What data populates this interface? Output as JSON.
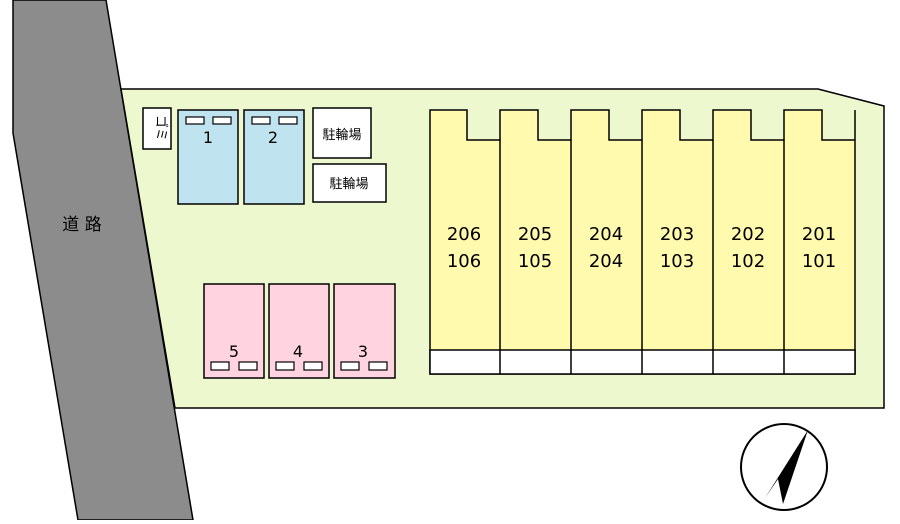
{
  "colors": {
    "road": "#8c8c8c",
    "lot": "#eef8cf",
    "building": "#fffaae",
    "parking_blue": "#bfe4ef",
    "parking_pink": "#ffd3e0",
    "outline": "#000000"
  },
  "road": {
    "label": "道 路"
  },
  "garbage": {
    "label": "ゴミ"
  },
  "bicycle_parking": [
    "駐輪場",
    "駐輪場"
  ],
  "parking_top": [
    "1",
    "2"
  ],
  "parking_bottom": [
    "5",
    "4",
    "3"
  ],
  "building_units": [
    {
      "upper": "206",
      "lower": "106"
    },
    {
      "upper": "205",
      "lower": "105"
    },
    {
      "upper": "204",
      "lower": "204"
    },
    {
      "upper": "203",
      "lower": "103"
    },
    {
      "upper": "202",
      "lower": "102"
    },
    {
      "upper": "201",
      "lower": "101"
    }
  ],
  "compass": {
    "icon": "north-arrow-icon"
  }
}
